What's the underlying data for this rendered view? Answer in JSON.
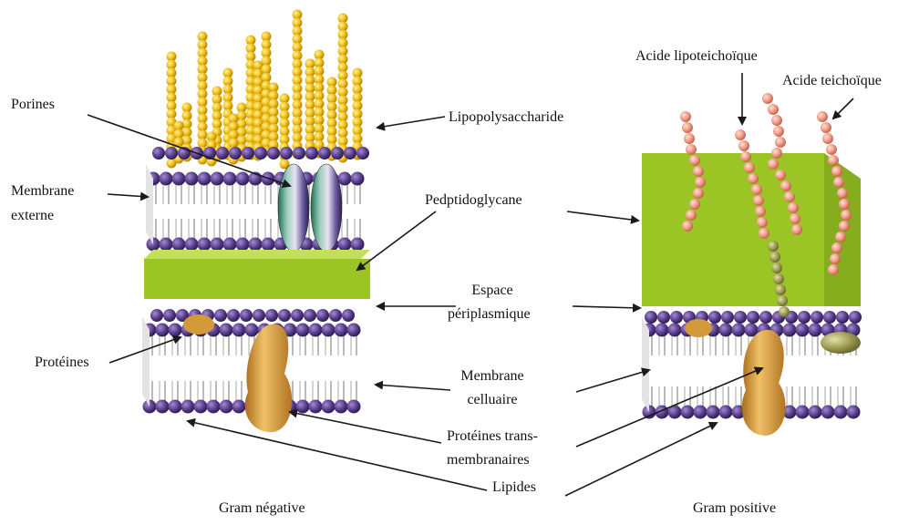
{
  "labels": {
    "porines": "Porines",
    "membrane_externe": [
      "Membrane",
      "externe"
    ],
    "lipopolysaccharide": "Lipopolysaccharide",
    "peptidoglycane": "Pedptidoglycane",
    "espace_periplasmique": [
      "Espace",
      "périplasmique"
    ],
    "proteines": "Protéines",
    "membrane_cellulaire": [
      "Membrane",
      "celluaire"
    ],
    "proteines_trans": [
      "Protéines trans-",
      "membranaires"
    ],
    "lipides": "Lipides",
    "acide_lipoteichoique": "Acide lipoteichoïque",
    "acide_teichoique": "Acide teichoïque"
  },
  "captions": {
    "gram_negative": "Gram négative",
    "gram_positive": "Gram positive"
  },
  "colors": {
    "lps": "#f2c21b",
    "lipid_head": "#5a3f8f",
    "tail": "#c9c9c9",
    "peptidoglycan": "#9bc525",
    "teichoic": "#f2a08a",
    "protein": "#d49a3a",
    "arrow": "#1a1a1a"
  }
}
